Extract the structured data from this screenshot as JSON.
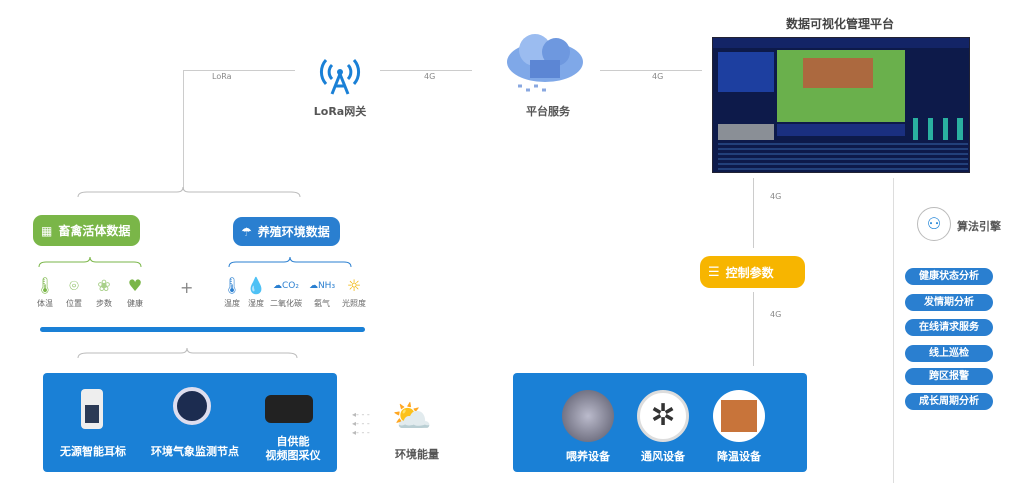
{
  "lora_link": {
    "label": "LoRa"
  },
  "gateway": {
    "label": "LoRa网关"
  },
  "link_gateway_platform": {
    "label": "4G"
  },
  "platform_service": {
    "label": "平台服务"
  },
  "link_platform_dashboard": {
    "label": "4G"
  },
  "dashboard": {
    "title": "数据可视化管理平台"
  },
  "link_dashboard_control": {
    "label": "4G"
  },
  "control_params": {
    "label": "控制参数"
  },
  "link_control_devices": {
    "label": "4G"
  },
  "algorithm": {
    "label": "算法引擎",
    "items": [
      "健康状态分析",
      "发情期分析",
      "在线请求服务",
      "线上巡检",
      "跨区报警",
      "成长周期分析"
    ]
  },
  "livestock_data": {
    "label": "畜禽活体数据",
    "items": [
      "体温",
      "位置",
      "步数",
      "健康"
    ]
  },
  "plus": "+",
  "environment_data": {
    "label": "养殖环境数据",
    "items": [
      "温度",
      "湿度",
      "二氧化碳",
      "氨气",
      "光照度"
    ]
  },
  "sensors": {
    "items": [
      "无源智能耳标",
      "环境气象监测节点",
      "自供能",
      "视频图采仪"
    ]
  },
  "energy": {
    "label": "环境能量"
  },
  "devices": {
    "items": [
      "喂养设备",
      "通风设备",
      "降温设备"
    ]
  },
  "colors": {
    "green": "#7ab648",
    "blue": "#2a7fd0",
    "panel": "#1a80d6",
    "yellow": "#f7b500"
  }
}
